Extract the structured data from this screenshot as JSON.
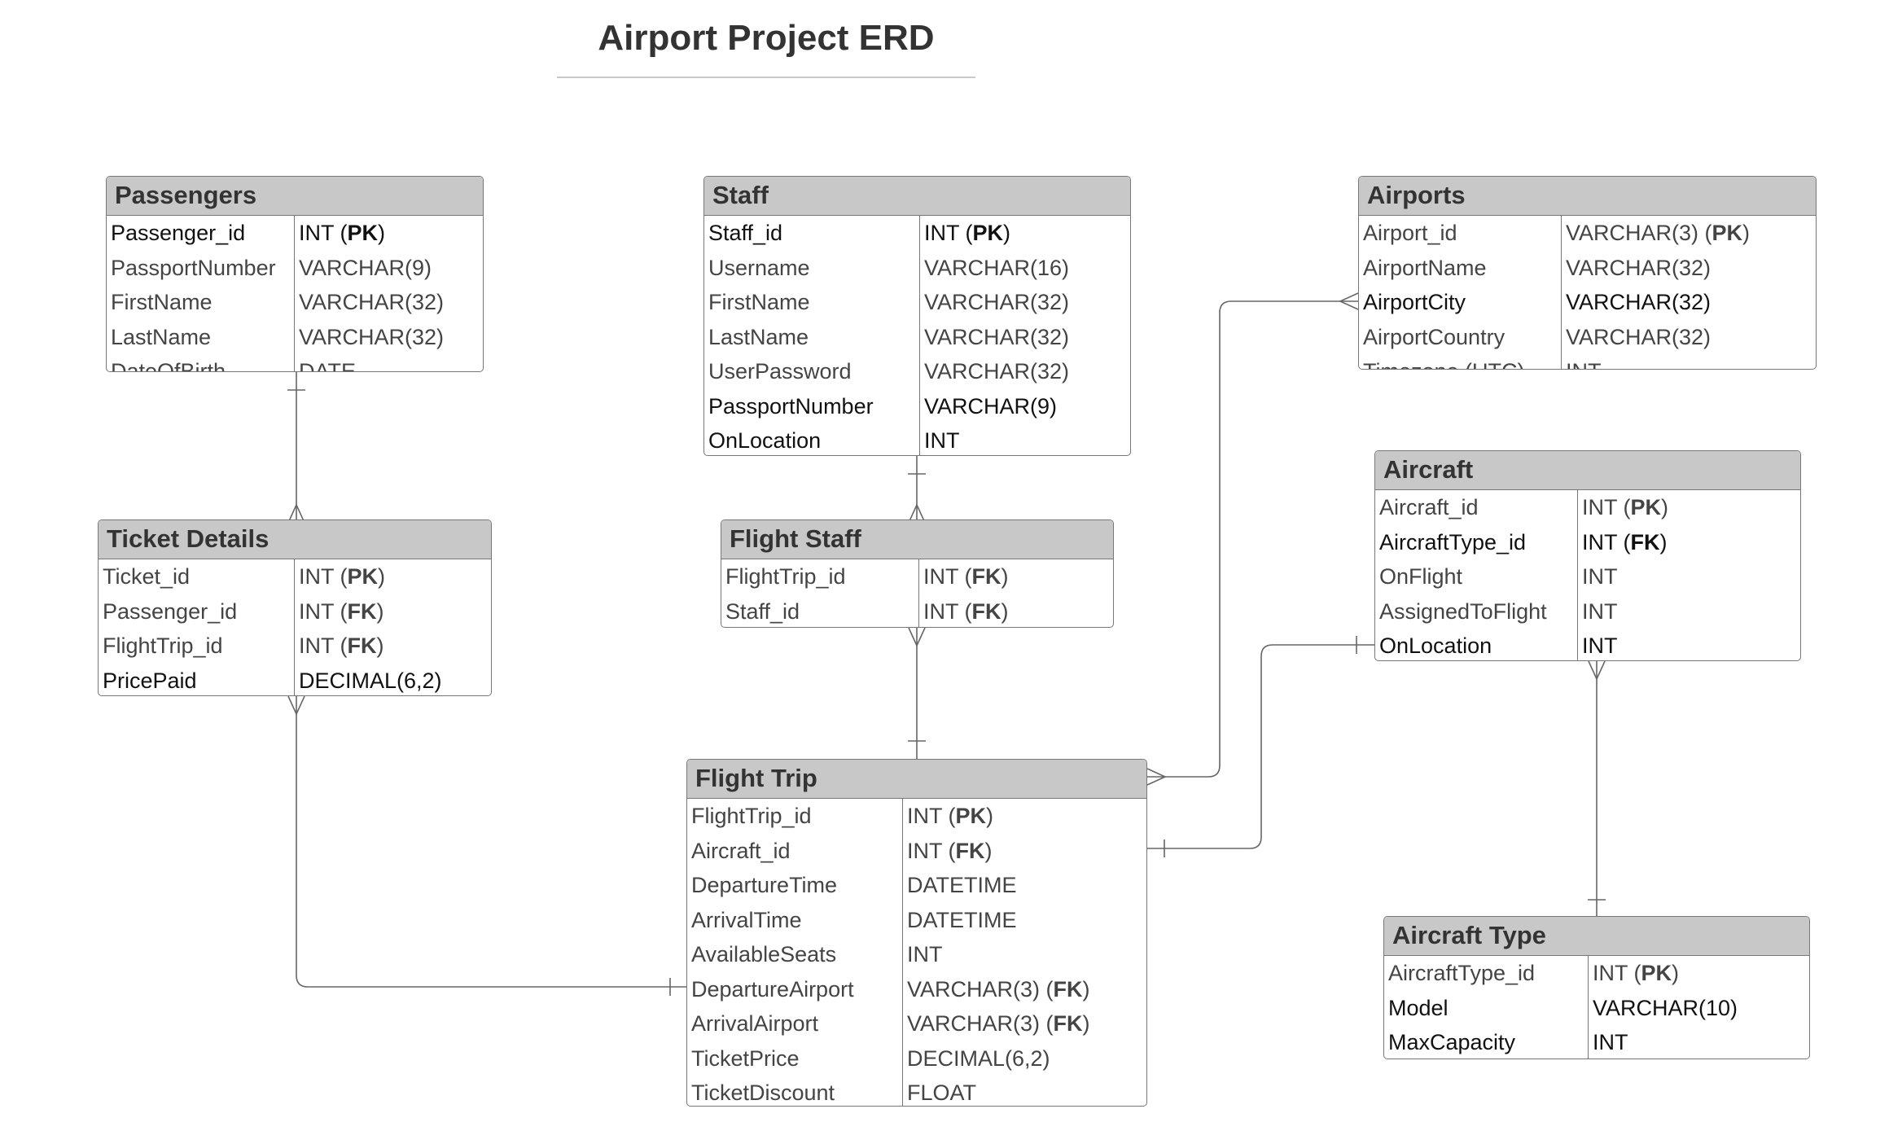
{
  "title": "Airport Project ERD",
  "entities": {
    "passengers": {
      "title": "Passengers",
      "rows": [
        {
          "name": "Passenger_id",
          "type": "INT (",
          "key": "PK",
          "close": ")",
          "dark": true
        },
        {
          "name": "PassportNumber",
          "type": "VARCHAR(9)",
          "key": "",
          "close": ""
        },
        {
          "name": "FirstName",
          "type": "VARCHAR(32)",
          "key": "",
          "close": ""
        },
        {
          "name": "LastName",
          "type": "VARCHAR(32)",
          "key": "",
          "close": ""
        },
        {
          "name": "DateOfBirth",
          "type": "DATE",
          "key": "",
          "close": ""
        }
      ]
    },
    "staff": {
      "title": "Staff",
      "rows": [
        {
          "name": "Staff_id",
          "type": "INT (",
          "key": "PK",
          "close": ")",
          "dark": true
        },
        {
          "name": "Username",
          "type": "VARCHAR(16)",
          "key": "",
          "close": ""
        },
        {
          "name": "FirstName",
          "type": "VARCHAR(32)",
          "key": "",
          "close": ""
        },
        {
          "name": "LastName",
          "type": "VARCHAR(32)",
          "key": "",
          "close": ""
        },
        {
          "name": "UserPassword",
          "type": "VARCHAR(32)",
          "key": "",
          "close": ""
        },
        {
          "name": "PassportNumber",
          "type": "VARCHAR(9)",
          "key": "",
          "close": "",
          "dark": true
        },
        {
          "name": "OnLocation",
          "type": "INT",
          "key": "",
          "close": "",
          "dark": true
        }
      ]
    },
    "airports": {
      "title": "Airports",
      "rows": [
        {
          "name": "Airport_id",
          "type": "VARCHAR(3) (",
          "key": "PK",
          "close": ")"
        },
        {
          "name": "AirportName",
          "type": "VARCHAR(32)",
          "key": "",
          "close": ""
        },
        {
          "name": "AirportCity",
          "type": "VARCHAR(32)",
          "key": "",
          "close": "",
          "dark": true
        },
        {
          "name": "AirportCountry",
          "type": "VARCHAR(32)",
          "key": "",
          "close": ""
        },
        {
          "name": "Timezone (UTC)",
          "type": "INT",
          "key": "",
          "close": ""
        }
      ]
    },
    "ticket_details": {
      "title": "Ticket Details",
      "rows": [
        {
          "name": "Ticket_id",
          "type": "INT (",
          "key": "PK",
          "close": ")"
        },
        {
          "name": "Passenger_id",
          "type": "INT (",
          "key": "FK",
          "close": ")"
        },
        {
          "name": "FlightTrip_id",
          "type": "INT (",
          "key": "FK",
          "close": ")"
        },
        {
          "name": "PricePaid",
          "type": "DECIMAL(6,2)",
          "key": "",
          "close": "",
          "dark": true
        }
      ]
    },
    "flight_staff": {
      "title": "Flight Staff",
      "rows": [
        {
          "name": "FlightTrip_id",
          "type": "INT (",
          "key": "FK",
          "close": ")"
        },
        {
          "name": "Staff_id",
          "type": "INT (",
          "key": "FK",
          "close": ")"
        }
      ]
    },
    "aircraft": {
      "title": "Aircraft",
      "rows": [
        {
          "name": "Aircraft_id",
          "type": "INT (",
          "key": "PK",
          "close": ")"
        },
        {
          "name": "AircraftType_id",
          "type": "INT (",
          "key": "FK",
          "close": ")",
          "dark": true
        },
        {
          "name": "OnFlight",
          "type": "INT",
          "key": "",
          "close": ""
        },
        {
          "name": "AssignedToFlight",
          "type": "INT",
          "key": "",
          "close": ""
        },
        {
          "name": "OnLocation",
          "type": "INT",
          "key": "",
          "close": "",
          "dark": true
        }
      ]
    },
    "flight_trip": {
      "title": "Flight Trip",
      "rows": [
        {
          "name": "FlightTrip_id",
          "type": "INT (",
          "key": "PK",
          "close": ")"
        },
        {
          "name": "Aircraft_id",
          "type": "INT (",
          "key": "FK",
          "close": ")"
        },
        {
          "name": "DepartureTime",
          "type": "DATETIME",
          "key": "",
          "close": ""
        },
        {
          "name": "ArrivalTime",
          "type": "DATETIME",
          "key": "",
          "close": ""
        },
        {
          "name": "AvailableSeats",
          "type": "INT",
          "key": "",
          "close": ""
        },
        {
          "name": "DepartureAirport",
          "type": "VARCHAR(3) (",
          "key": "FK",
          "close": ")"
        },
        {
          "name": "ArrivalAirport",
          "type": "VARCHAR(3) (",
          "key": "FK",
          "close": ")"
        },
        {
          "name": "TicketPrice",
          "type": "DECIMAL(6,2)",
          "key": "",
          "close": ""
        },
        {
          "name": "TicketDiscount",
          "type": "FLOAT",
          "key": "",
          "close": ""
        }
      ]
    },
    "aircraft_type": {
      "title": "Aircraft Type",
      "rows": [
        {
          "name": "AircraftType_id",
          "type": "INT (",
          "key": "PK",
          "close": ")"
        },
        {
          "name": "Model",
          "type": "VARCHAR(10)",
          "key": "",
          "close": "",
          "dark": true
        },
        {
          "name": "MaxCapacity",
          "type": "INT",
          "key": "",
          "close": "",
          "dark": true
        }
      ]
    }
  },
  "colors": {
    "header_fill": "#c8c8c8",
    "border": "#777777",
    "line": "#666666",
    "text": "#333333"
  }
}
